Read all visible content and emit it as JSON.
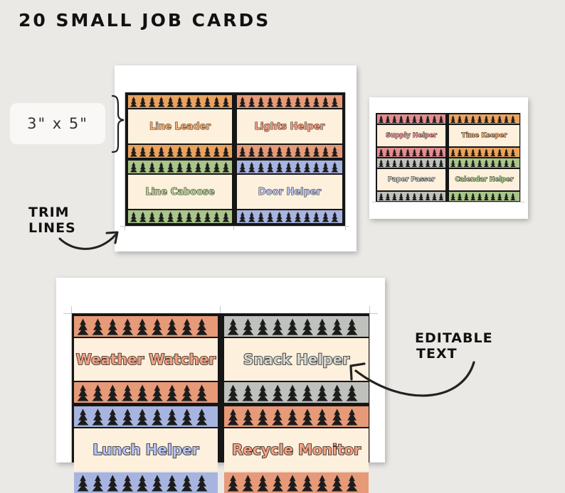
{
  "title": "20 SMALL JOB CARDS",
  "size_label": "3\" x 5\"",
  "callouts": {
    "trim": [
      "TRIM",
      "LINES"
    ],
    "editable": [
      "EDITABLE",
      "TEXT"
    ]
  },
  "colors": {
    "background": "#ebe9e6",
    "panel": "#fdf0dc",
    "orange": "#eaa35f",
    "salmon": "#e79a78",
    "green": "#a9c58a",
    "lavender": "#a8b4e0",
    "pink": "#e28d90",
    "gray": "#bfc1bd",
    "tree": "#1c1c1c"
  },
  "cards": [
    {
      "label": "Line Leader",
      "band_color": "#eaa35f",
      "text_color": "#f1b078"
    },
    {
      "label": "Lights Helper",
      "band_color": "#e79a78",
      "text_color": "#f19c80"
    },
    {
      "label": "Line Caboose",
      "band_color": "#a9c58a",
      "text_color": "#b6d496"
    },
    {
      "label": "Door Helper",
      "band_color": "#a8b4e0",
      "text_color": "#b9c2ee"
    },
    {
      "label": "Supply Helper",
      "band_color": "#e28d90",
      "text_color": "#f19ea0"
    },
    {
      "label": "Time Keeper",
      "band_color": "#eaa35f",
      "text_color": "#f2b27a"
    },
    {
      "label": "Paper Passer",
      "band_color": "#bfc1bd",
      "text_color": "#d0d2ce"
    },
    {
      "label": "Calendar Helper",
      "band_color": "#a9c58a",
      "text_color": "#b6d496"
    },
    {
      "label": "Weather Watcher",
      "band_color": "#e79a78",
      "text_color": "#f2a182"
    },
    {
      "label": "Snack Helper",
      "band_color": "#bfc1bd",
      "text_color": "#d3d5d1"
    },
    {
      "label": "Lunch Helper",
      "band_color": "#a8b4e0",
      "text_color": "#b9c2ee"
    },
    {
      "label": "Recycle Monitor",
      "band_color": "#e79a78",
      "text_color": "#f2a182"
    }
  ]
}
